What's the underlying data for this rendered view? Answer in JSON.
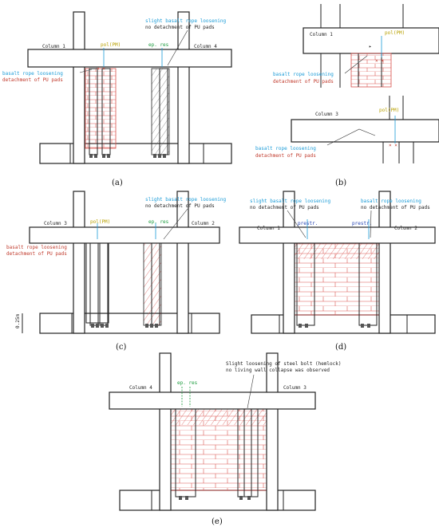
{
  "colors": {
    "line": "#222222",
    "brick": "#d9534f",
    "cyan": "#1a9bd7",
    "yellow": "#b8a000",
    "green": "#1a9b3c",
    "blue": "#1f3fb0",
    "red": "#c0392b"
  },
  "panels": {
    "a": {
      "caption": "(a)",
      "col_left": "Column 1",
      "col_right": "Column 4",
      "tag_left": "pol(PM)",
      "tag_right": "ep. res",
      "note_right_1": "slight basalt rope loosening",
      "note_right_2": "no detachment of PU pads",
      "note_left_1": "basalt rope loosening",
      "note_left_2": "detachment of PU pads"
    },
    "b": {
      "caption": "(b)",
      "col_top": "Column 1",
      "tag_top": "pol(PM)",
      "note_top_1": "basalt rope loosening",
      "note_top_2": "detachment of PU pads",
      "col_bottom": "Column 3",
      "tag_bottom": "pol(PM)",
      "note_bottom_1": "basalt rope loosening",
      "note_bottom_2": "detachment of PU pads"
    },
    "c": {
      "caption": "(c)",
      "col_left": "Column 3",
      "col_right": "Column 2",
      "tag_left": "pol(PM)",
      "tag_right": "ep. res",
      "note_right_1": "slight basalt rope loosening",
      "note_right_2": "no detachment of PU pads",
      "note_left_1": "basalt rope loosening",
      "note_left_2": "detachment of PU pads",
      "scale": "0.25m"
    },
    "d": {
      "caption": "(d)",
      "col_left": "Column 1",
      "col_right": "Column 2",
      "tag_left": "prestr.",
      "tag_right": "prestr.",
      "note_left_1": "slight basalt rope loosening",
      "note_left_2": "no detachment of PU pads",
      "note_right_1": "basalt rope loosening",
      "note_right_2": "no detachment of PU pads"
    },
    "e": {
      "caption": "(e)",
      "col_left": "Column 4",
      "col_right": "Column 3",
      "tag_left": "ep. res",
      "note_1": "Slight loosening of steel bolt (hemlock)",
      "note_2": "no living wall collapse was observed"
    }
  }
}
